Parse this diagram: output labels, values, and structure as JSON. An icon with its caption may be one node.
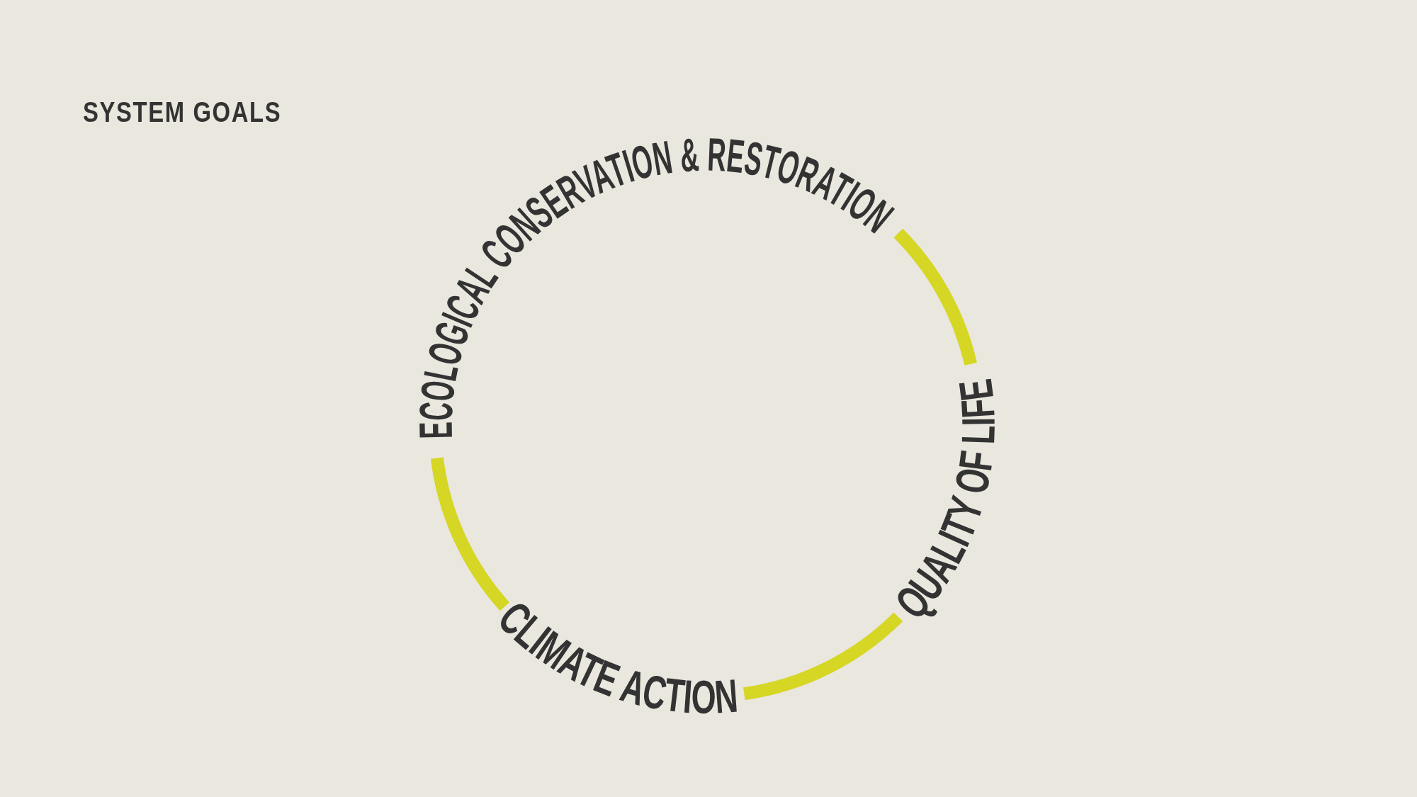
{
  "diagram": {
    "title": "SYSTEM GOALS",
    "labels": [
      "ECOLOGICAL CONSERVATION & RESTORATION",
      "QUALITY OF LIFE",
      "CLIMATE ACTION"
    ]
  }
}
